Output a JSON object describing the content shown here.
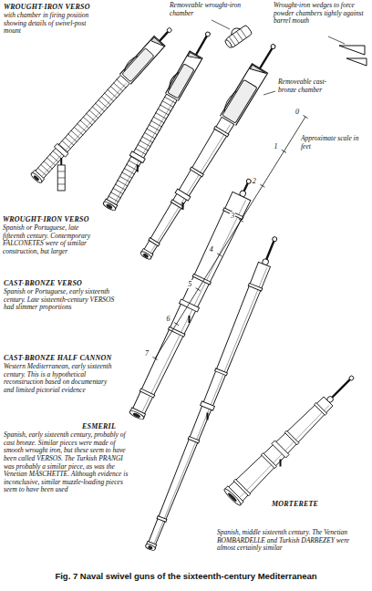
{
  "diagram": {
    "caption": "Fig. 7 Naval swivel guns of the sixteenth-century Mediterranean",
    "labels": [
      "WROUGHT-IRON VERSO",
      "with chamber in firing position showing details of swivel-post mount",
      "Removeable wrought-iron chamber",
      "Wrought-iron wedges to force powder chambers tightly against barrel mouth",
      "Removeable cast-bronze chamber",
      "Approximate scale in feet",
      "0",
      "1",
      "2",
      "3",
      "4",
      "5",
      "6",
      "7",
      "WROUGHT-IRON VERSO",
      "Spanish or Portuguese, late fifteenth century. Contemporary FALCONETES were of similar construction, but larger",
      "CAST-BRONZE VERSO",
      "Spanish or Portuguese, early sixteenth century. Late sixteenth-century VERSOS had slimmer proportions",
      "CAST-BRONZE HALF CANNON",
      "Western Mediterranean, early sixteenth century. This is a hypothetical reconstruction based on documentary and limited pictorial evidence",
      "ESMERIL",
      "Spanish, early sixteenth century, probably of cast bronze. Similar pieces were made of smooth wrought iron, but these seem to have been called VERSOS. The Turkish PRANGI was probably a similar piece, as was the Venetian MASCHETTE. Although evidence is inconclusive, similar muzzle-loading pieces seem to have been used",
      "MORTERETE",
      "Spanish, middle sixteenth century. The Venetian BOMBARDELLE and Turkish DARBEZEY were almost certainly similar"
    ]
  }
}
